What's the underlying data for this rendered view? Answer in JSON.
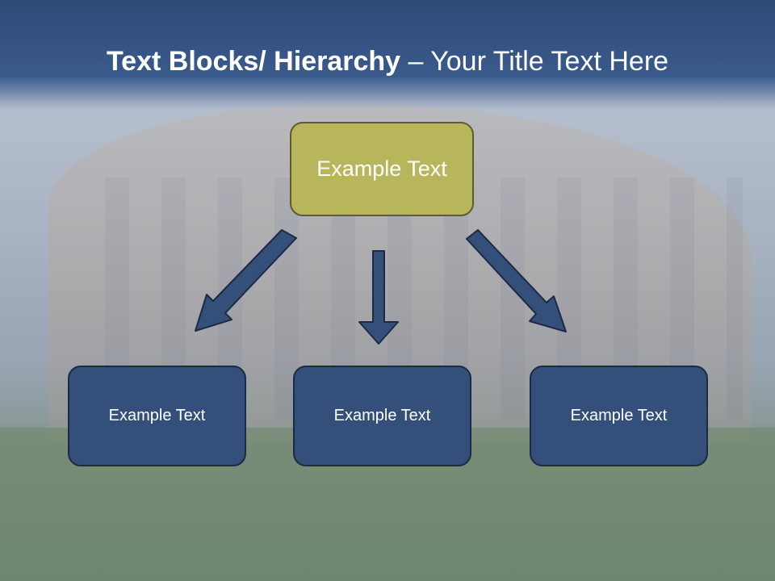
{
  "title": {
    "bold": "Text Blocks/ Hierarchy",
    "rest": " – Your Title Text Here"
  },
  "hierarchy": {
    "top": "Example Text",
    "children": [
      "Example Text",
      "Example Text",
      "Example Text"
    ]
  },
  "colors": {
    "title_bar": "#34507a",
    "top_box": "#b8b65b",
    "child_box": "#34507a",
    "arrow": "#34507a"
  }
}
